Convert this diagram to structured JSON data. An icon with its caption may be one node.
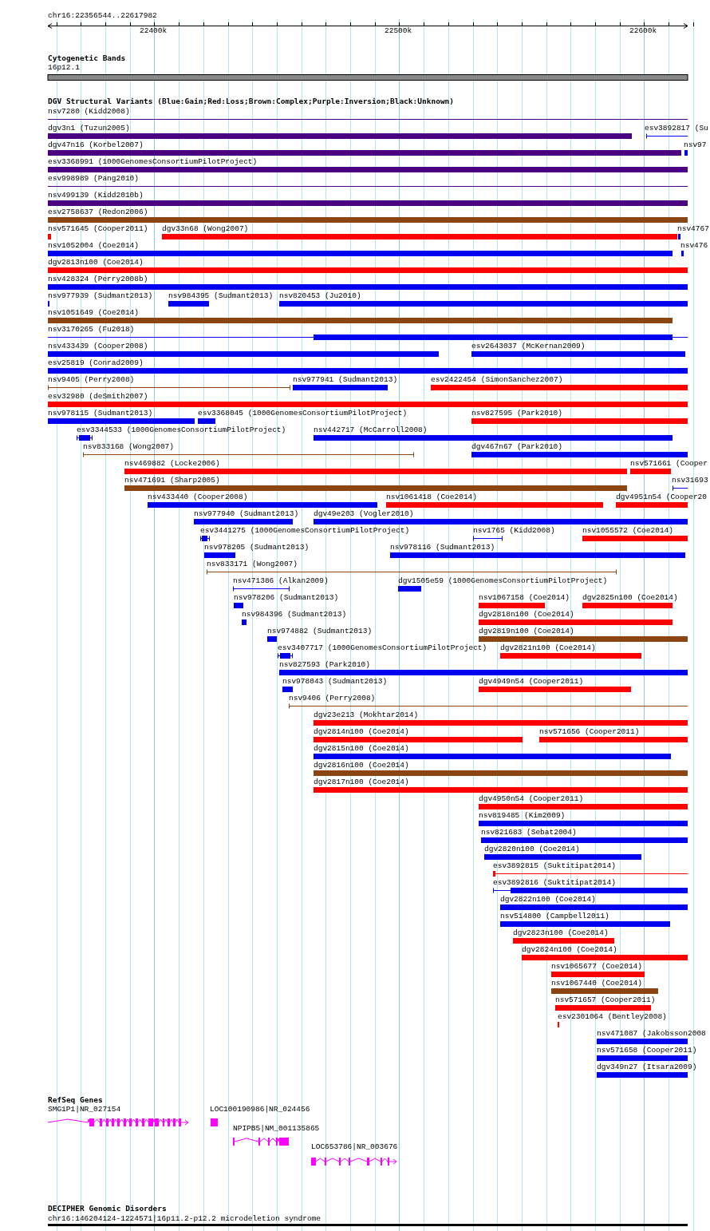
{
  "diagram": {
    "labels": [
      "chr16:22356544..22617982",
      "22400k",
      "22500k",
      "22600k",
      "Cytogenetic Bands",
      "16p12.1",
      "DGV Structural Variants (Blue:Gain;Red:Loss;Brown:Complex;Purple:Inversion;Black:Unknown)",
      "nsv7280 (Kidd2008)",
      "dgv3n1 (Tuzun2005)",
      "esv3892817 (Su",
      "dgv47n16 (Korbel2007)",
      "nsv97",
      "esv3368991 (1000GenomesConsortiumPilotProject)",
      "esv998989 (Pang2010)",
      "nsv499139 (Kidd2010b)",
      "esv2758637 (Redon2006)",
      "nsv571645 (Cooper2011)",
      "dgv33n68 (Wong2007)",
      "nsv4767",
      "nsv1052004 (Coe2014)",
      "nsv476",
      "dgv2813n100 (Coe2014)",
      "nsv428324 (Perry2008b)",
      "nsv977939 (Sudmant2013)",
      "nsv984395 (Sudmant2013)",
      "nsv820453 (Ju2010)",
      "nsv1051649 (Coe2014)",
      "nsv3170265 (Fu2018)",
      "nsv433439 (Cooper2008)",
      "esv2643037 (McKernan2009)",
      "esv25819 (Conrad2009)",
      "nsv9405 (Perry2008)",
      "nsv977941 (Sudmant2013)",
      "esv2422454 (SimonSanchez2007)",
      "esv32980 (deSmith2007)",
      "nsv978115 (Sudmant2013)",
      "esv3368045 (1000GenomesConsortiumPilotProject)",
      "nsv827595 (Park2010)",
      "esv3344533 (1000GenomesConsortiumPilotProject)",
      "nsv442717 (McCarroll2008)",
      "nsv833168 (Wong2007)",
      "dgv467n67 (Park2010)",
      "nsv469882 (Locke2006)",
      "nsv571661 (Cooper",
      "nsv471691 (Sharp2005)",
      "nsv31693",
      "nsv433440 (Cooper2008)",
      "nsv1061418 (Coe2014)",
      "dgv4951n54 (Cooper20",
      "nsv977940 (Sudmant2013)",
      "dgv49e203 (Vogler2010)",
      "esv3441275 (1000GenomesConsortiumPilotProject)",
      "nsv1765 (Kidd2008)",
      "nsv1055572 (Coe2014)",
      "nsv978205 (Sudmant2013)",
      "nsv978116 (Sudmant2013)",
      "nsv833171 (Wong2007)",
      "nsv471386 (Alkan2009)",
      "dgv1505e59 (1000GenomesConsortiumPilotProject)",
      "nsv978206 (Sudmant2013)",
      "nsv1067158 (Coe2014)",
      "dgv2825n100 (Coe2014)",
      "nsv984396 (Sudmant2013)",
      "dgv2818n100 (Coe2014)",
      "nsv974882 (Sudmant2013)",
      "dgv2819n100 (Coe2014)",
      "esv3407717 (1000GenomesConsortiumPilotProject)",
      "dgv2821n100 (Coe2014)",
      "nsv827593 (Park2010)",
      "nsv978043 (Sudmant2013)",
      "dgv4949n54 (Cooper2011)",
      "nsv9406 (Perry2008)",
      "dgv23e213 (Mokhtar2014)",
      "dgv2814n100 (Coe2014)",
      "nsv571656 (Cooper2011)",
      "dgv2815n100 (Coe2014)",
      "dgv2816n100 (Coe2014)",
      "dgv2817n100 (Coe2014)",
      "dgv4950n54 (Cooper2011)",
      "nsv819485 (Kim2009)",
      "nsv821683 (Sebat2004)",
      "dgv2820n100 (Coe2014)",
      "esv3892815 (Suktitipat2014)",
      "esv3892816 (Suktitipat2014)",
      "dgv2822n100 (Coe2014)",
      "nsv514800 (Campbell2011)",
      "dgv2823n100 (Coe2014)",
      "dgv2824n100 (Coe2014)",
      "nsv1065677 (Coe2014)",
      "nsv1067440 (Coe2014)",
      "nsv571657 (Cooper2011)",
      "esv2301064 (Bentley2008)",
      "nsv471087 (Jakobsson2008",
      "nsv571658 (Cooper2011)",
      "dgv349n27 (Itsara2009)",
      "RefSeq Genes",
      "SMG1P1|NR_027154",
      "LOC100190986|NR_024456",
      "NPIPB5|NM_001135865",
      "LOC653786|NR_003676",
      "DECIPHER Genomic Disorders",
      "chr16:146204124-1224571|16p11.2-p12.2 microdeletion syndrome"
    ]
  }
}
